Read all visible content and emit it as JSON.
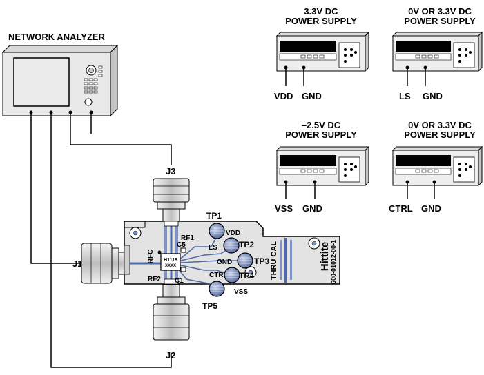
{
  "network_analyzer": {
    "title": "NETWORK ANALYZER"
  },
  "supplies": [
    {
      "line1": "3.3V DC",
      "line2": "POWER SUPPLY",
      "term_left": "VDD",
      "term_right": "GND"
    },
    {
      "line1": "0V OR 3.3V DC",
      "line2": "POWER SUPPLY",
      "term_left": "LS",
      "term_right": "GND"
    },
    {
      "line1": "–2.5V DC",
      "line2": "POWER SUPPLY",
      "term_left": "VSS",
      "term_right": "GND"
    },
    {
      "line1": "0V OR 3.3V DC",
      "line2": "POWER SUPPLY",
      "term_left": "CTRL",
      "term_right": "GND"
    }
  ],
  "connectors": {
    "j1": "J1",
    "j2": "J2",
    "j3": "J3"
  },
  "board": {
    "rfc": "RFC",
    "rf1": "RF1",
    "rf2": "RF2",
    "c5": "C5",
    "c1": "C1",
    "chip_line1": "H1118",
    "chip_line2": "XXXX",
    "thru_cal": "THRU CAL",
    "logo": "Hittite",
    "part_number": "600-01012-00-1"
  },
  "test_points": [
    {
      "id": "TP1",
      "pin": "VDD"
    },
    {
      "id": "TP2",
      "pin": "LS"
    },
    {
      "id": "TP3",
      "pin": "GND"
    },
    {
      "id": "TP4",
      "pin": "CTRL"
    },
    {
      "id": "TP5",
      "pin": "VSS"
    }
  ]
}
